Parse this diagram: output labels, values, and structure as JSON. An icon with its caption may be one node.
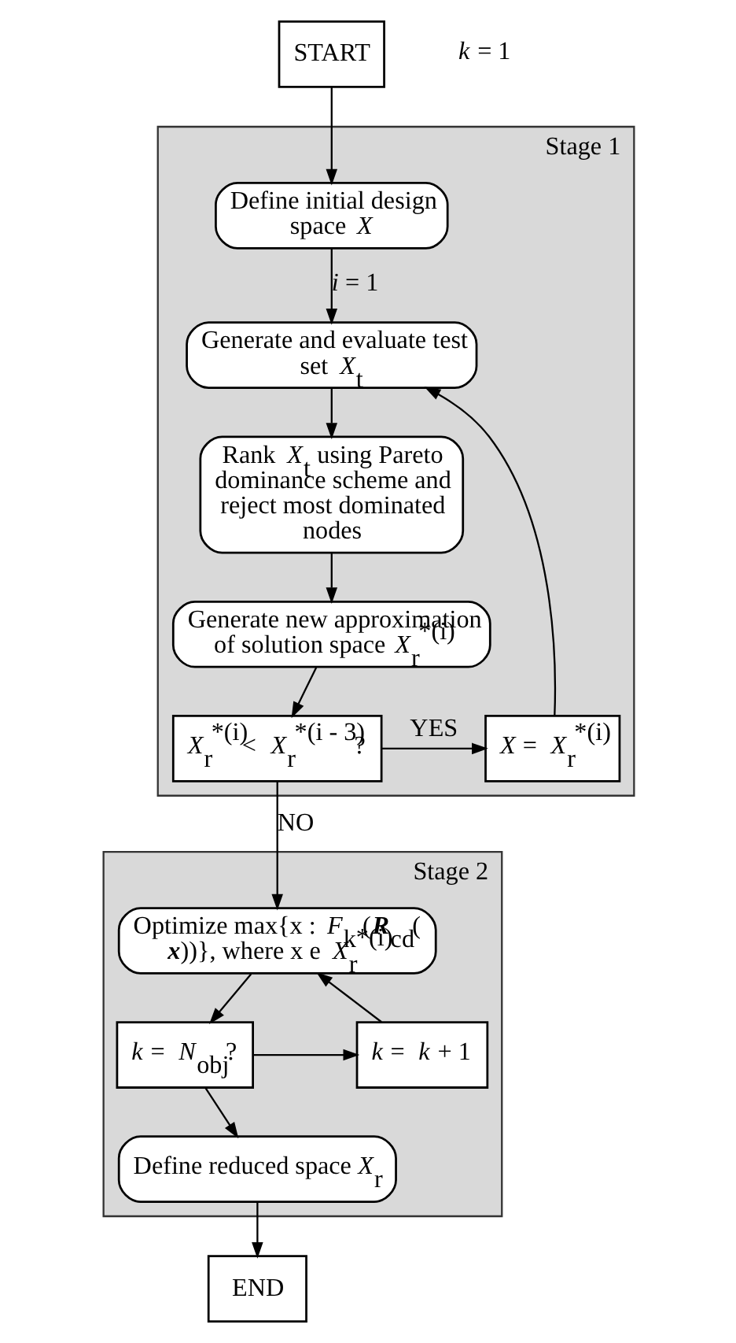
{
  "diagram": {
    "nodes": [
      {
        "text": [
          "START"
        ]
      },
      {
        "text": [
          "Stage 1"
        ]
      },
      {
        "text": [
          "Define initial design space *X*"
        ],
        "in": 1
      },
      {
        "text": [
          "Generate and evaluate test set *X*$_{t}$"
        ],
        "in": 1
      },
      {
        "text": [
          "Rank *X*$_{t}$ using Pareto dominance scheme and reject most dominated nodes"
        ],
        "in": 1
      },
      {
        "text": [
          "Generate new approximation of solution space *X*$_{r}$$^{*(i)}$"
        ],
        "in": 1
      },
      {
        "text": [
          "*X*$_{r}$$^{*(i)}$< *X*$_{r}$$^{*(i - 3)}$?"
        ],
        "in": 1
      },
      {
        "text": [
          "*X* = *X*$_{r}$$^{*(i)}$"
        ],
        "in": 1
      },
      {
        "text": [
          "Stage 2"
        ]
      },
      {
        "text": [
          "Optimize max{x : *F*$_{k}$ (**R**$_{cd}$( **x**))}, where x e *X*$_{r}$$^{*(i)}$"
        ],
        "in": 8
      },
      {
        "text": [
          "*k* = *N*$_{obj}$?"
        ],
        "in": 8
      },
      {
        "text": [
          "*k* = *k* + 1"
        ],
        "in": 8
      },
      {
        "text": [
          "Define reduced space *X*$_{r}$"
        ],
        "in": 8
      },
      {
        "text": [
          "END"
        ]
      }
    ],
    "edges": [
      {
        "from": 0,
        "to": 2,
        "arrow": "to"
      },
      {
        "from": 2,
        "to": 3,
        "arrow": "to",
        "label": "*i* = 1"
      },
      {
        "from": 3,
        "to": 4,
        "arrow": "to"
      },
      {
        "from": 4,
        "to": 5,
        "arrow": "to"
      },
      {
        "from": 5,
        "to": 6,
        "arrow": "to"
      },
      {
        "from": 6,
        "to": 7,
        "arrow": "to",
        "label": "YES"
      },
      {
        "from": 7,
        "to": 3,
        "arrow": "to"
      },
      {
        "from": 6,
        "to": 9,
        "arrow": "to",
        "label": "NO"
      },
      {
        "from": 9,
        "to": 10,
        "arrow": "to"
      },
      {
        "from": 10,
        "to": 11,
        "arrow": "to"
      },
      {
        "from": 11,
        "to": 9,
        "arrow": "to"
      },
      {
        "from": 10,
        "to": 12,
        "arrow": "to"
      },
      {
        "from": 12,
        "to": 13,
        "arrow": "to"
      }
    ],
    "labels": [
      "*k* = 1"
    ]
  }
}
